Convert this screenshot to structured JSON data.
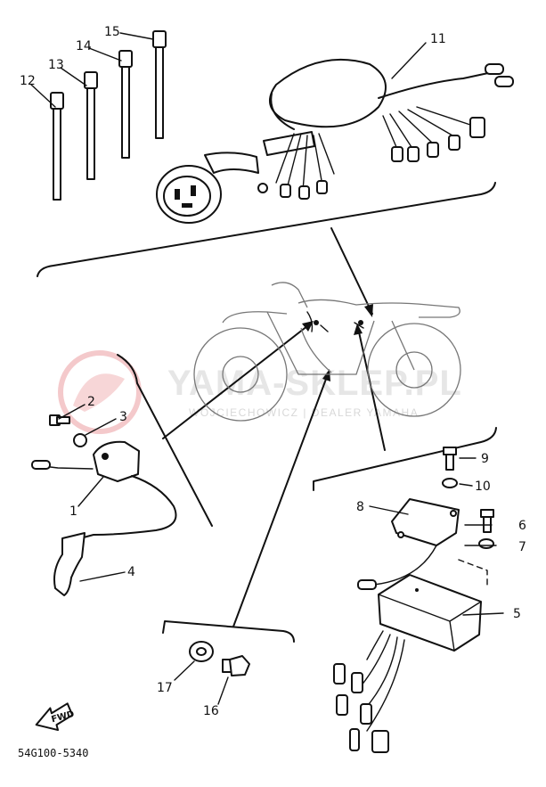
{
  "watermark": {
    "brand": "YAMA-SKLEP.PL",
    "sub": "WOJCIECHOWICZ | DEALER YAMAHA"
  },
  "diagram_code": "54G100-5340",
  "fwd_label": "FWD",
  "parts": [
    {
      "id": "part-1",
      "label": "1"
    },
    {
      "id": "part-2",
      "label": "2"
    },
    {
      "id": "part-3",
      "label": "3"
    },
    {
      "id": "part-4",
      "label": "4"
    },
    {
      "id": "part-5",
      "label": "5"
    },
    {
      "id": "part-6",
      "label": "6"
    },
    {
      "id": "part-7",
      "label": "7"
    },
    {
      "id": "part-8",
      "label": "8"
    },
    {
      "id": "part-9",
      "label": "9"
    },
    {
      "id": "part-10",
      "label": "10"
    },
    {
      "id": "part-11",
      "label": "11"
    },
    {
      "id": "part-12",
      "label": "12"
    },
    {
      "id": "part-13",
      "label": "13"
    },
    {
      "id": "part-14",
      "label": "14"
    },
    {
      "id": "part-15",
      "label": "15"
    },
    {
      "id": "part-16",
      "label": "16"
    },
    {
      "id": "part-17",
      "label": "17"
    }
  ]
}
